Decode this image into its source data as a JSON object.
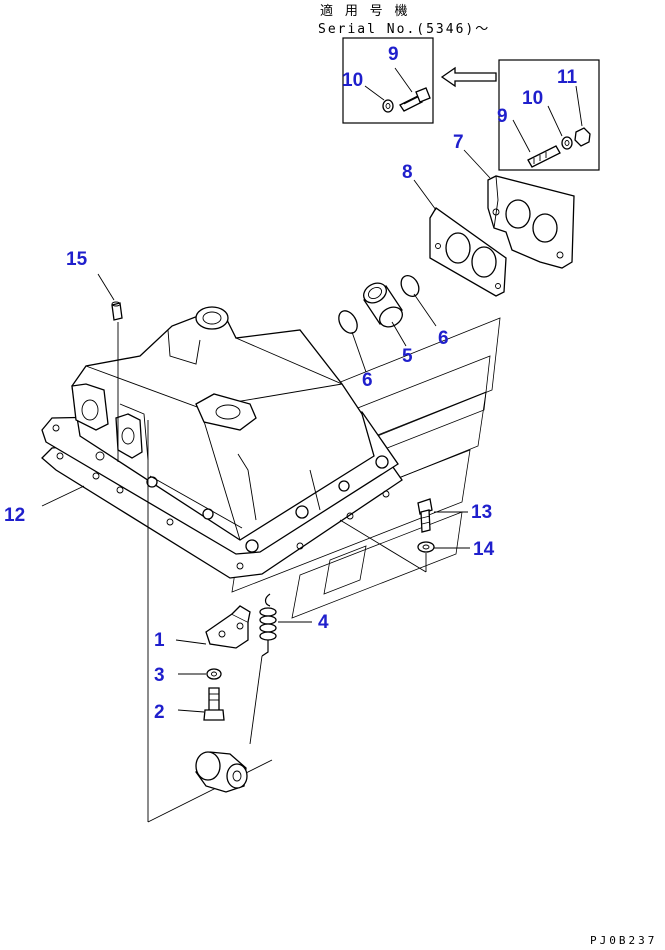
{
  "header": {
    "title_jp": "適 用 号 機",
    "serial": "Serial No.(5346)～"
  },
  "callouts": {
    "c1": "1",
    "c2": "2",
    "c3": "3",
    "c4": "4",
    "c5": "5",
    "c6a": "6",
    "c6b": "6",
    "c7": "7",
    "c8": "8",
    "c9a": "9",
    "c9b": "9",
    "c10a": "10",
    "c10b": "10",
    "c11": "11",
    "c12": "12",
    "c13": "13",
    "c14": "14",
    "c15": "15"
  },
  "drawing_code": "PJ0B237",
  "colors": {
    "callout": "#1f1fcc",
    "line": "#000000"
  }
}
